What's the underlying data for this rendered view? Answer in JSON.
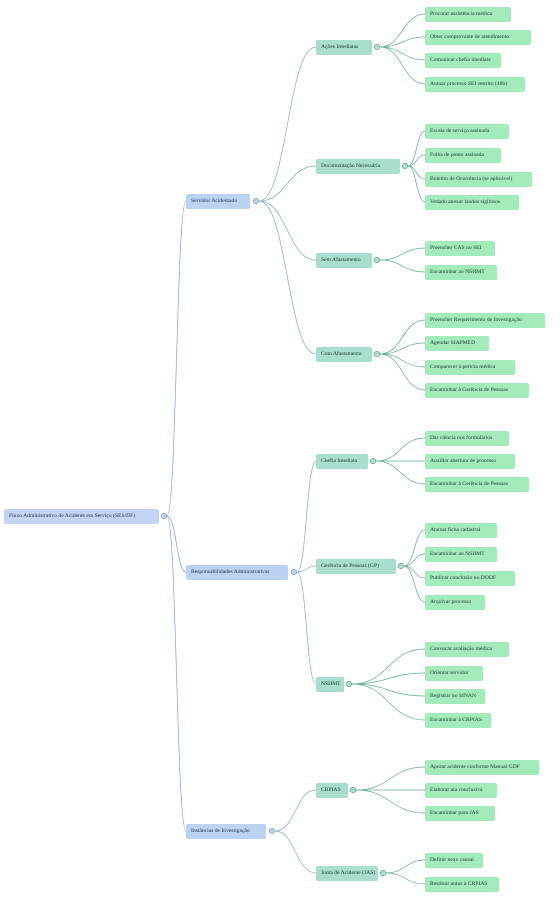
{
  "colors": {
    "root_link": "#7f9fd8",
    "group_link": "#7fb0b8",
    "leaf_link": "#5fae8d"
  },
  "toggle_glyph": "‹",
  "tree": {
    "root": {
      "label": "Fluxo Administrativo de Acidente em Serviço (SES/DF)",
      "children": [
        {
          "label": "Servidor Acidentado",
          "children": [
            {
              "label": "Ações Imediatas",
              "children": [
                {
                  "label": "Procurar assistência médica"
                },
                {
                  "label": "Obter comprovante de atendimento"
                },
                {
                  "label": "Comunicar chefia imediata"
                },
                {
                  "label": "Autuar processo SEI restrito (48h)"
                }
              ]
            },
            {
              "label": "Documentação Necessária",
              "children": [
                {
                  "label": "Escala de serviço assinada"
                },
                {
                  "label": "Folha de ponto assinada"
                },
                {
                  "label": "Boletim de Ocorrência (se aplicável)"
                },
                {
                  "label": "Vedado anexar laudos sigilosos"
                }
              ]
            },
            {
              "label": "Sem Afastamento",
              "children": [
                {
                  "label": "Preencher CAS no SEI"
                },
                {
                  "label": "Encaminhar ao NSHMT"
                }
              ]
            },
            {
              "label": "Com Afastamento",
              "children": [
                {
                  "label": "Preencher Requerimento de Investigação"
                },
                {
                  "label": "Agendar SIAPMED"
                },
                {
                  "label": "Comparecer à perícia médica"
                },
                {
                  "label": "Encaminhar à Gerência de Pessoas"
                }
              ]
            }
          ]
        },
        {
          "label": "Responsabilidades Administrativas",
          "children": [
            {
              "label": "Chefia Imediata",
              "children": [
                {
                  "label": "Dar ciência nos formulários"
                },
                {
                  "label": "Auxiliar abertura de processo"
                },
                {
                  "label": "Encaminhar à Gerência de Pessoas"
                }
              ]
            },
            {
              "label": "Gerência de Pessoas (GP)",
              "children": [
                {
                  "label": "Anexar ficha cadastral"
                },
                {
                  "label": "Encaminhar ao NSHMT"
                },
                {
                  "label": "Publicar conclusão no DODF"
                },
                {
                  "label": "Arquivar processo"
                }
              ]
            },
            {
              "label": "NSHMT",
              "children": [
                {
                  "label": "Convocar avaliação médica"
                },
                {
                  "label": "Orientar servidor"
                },
                {
                  "label": "Registrar no SINAN"
                },
                {
                  "label": "Encaminhar à CRPIAS"
                }
              ]
            }
          ]
        },
        {
          "label": "Instâncias de Investigação",
          "children": [
            {
              "label": "CRPIAS",
              "children": [
                {
                  "label": "Apurar acidente conforme Manual GDF"
                },
                {
                  "label": "Elaborar ata conclusiva"
                },
                {
                  "label": "Encaminhar para JAS"
                }
              ]
            },
            {
              "label": "Junta de Acidente (JAS)",
              "children": [
                {
                  "label": "Definir nexo causal"
                },
                {
                  "label": "Restituir autos à CRPIAS"
                }
              ]
            }
          ]
        }
      ]
    }
  }
}
